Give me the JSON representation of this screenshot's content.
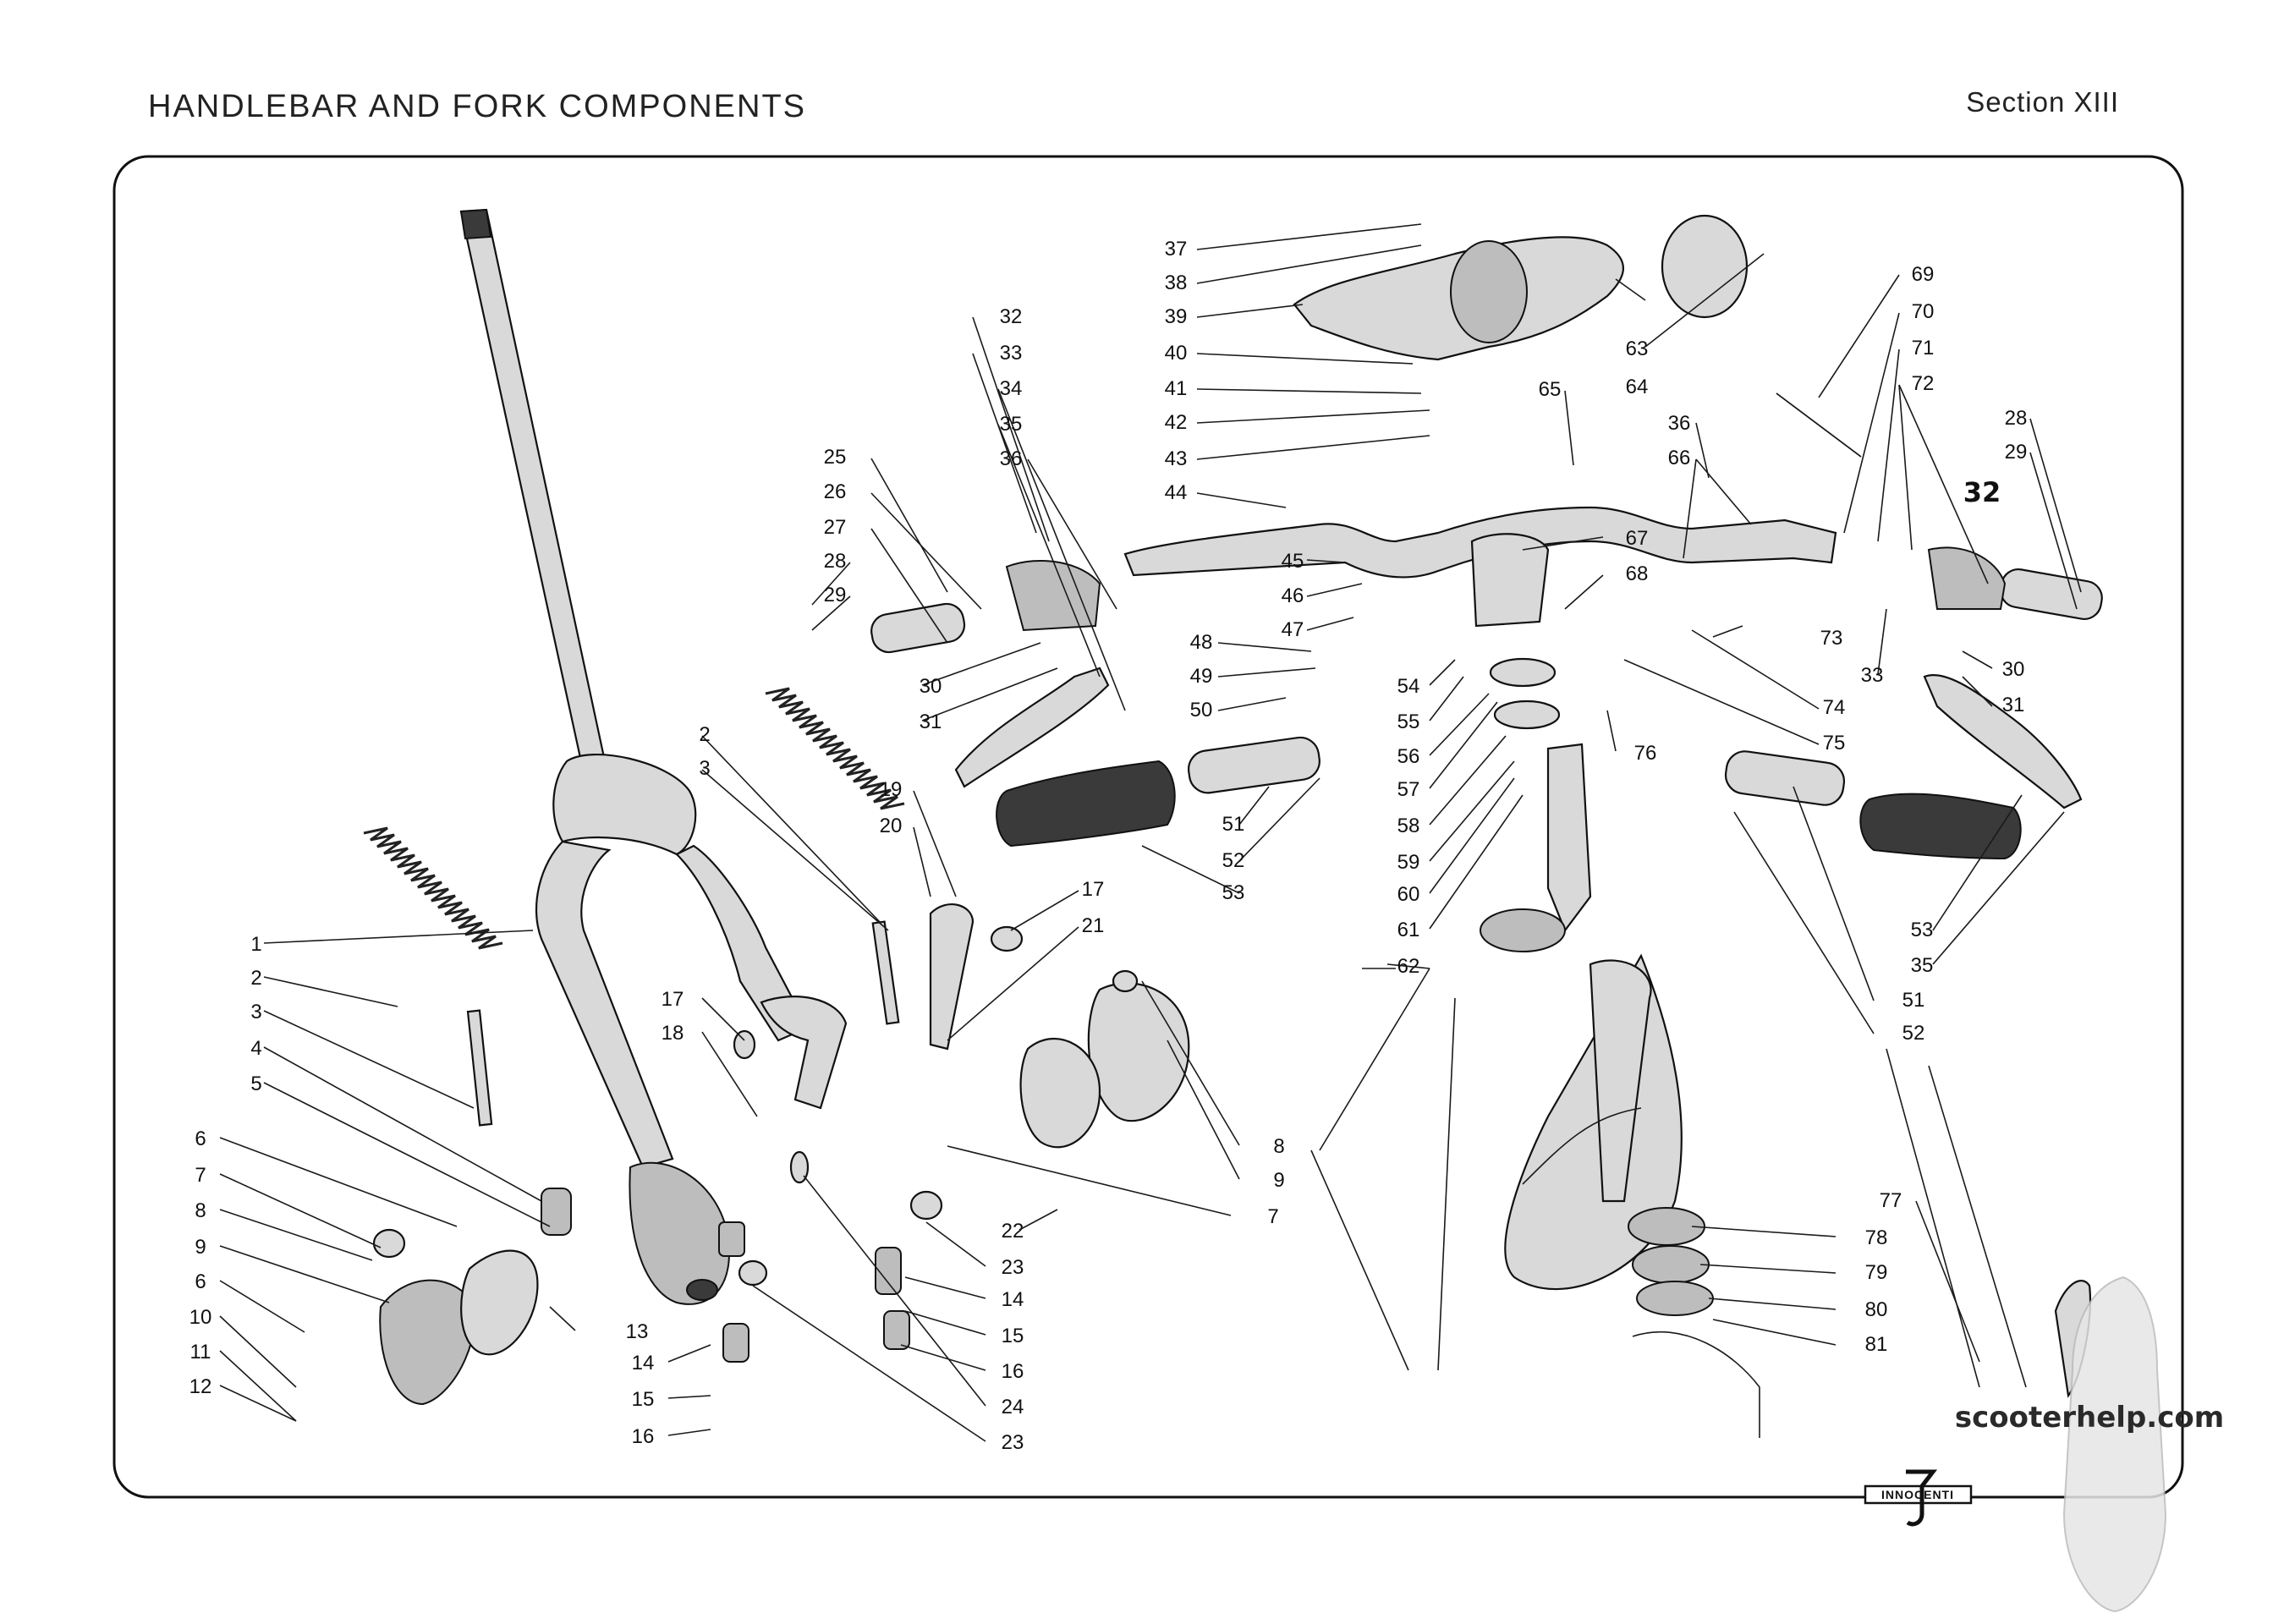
{
  "header": {
    "title": "HANDLEBAR AND FORK COMPONENTS",
    "section": "Section XIII"
  },
  "diagram": {
    "callouts": [
      "1",
      "2",
      "3",
      "4",
      "5",
      "6",
      "7",
      "8",
      "9",
      "6",
      "10",
      "11",
      "12",
      "13",
      "14",
      "15",
      "16",
      "17",
      "18",
      "2",
      "3",
      "19",
      "20",
      "17",
      "21",
      "8",
      "9",
      "7",
      "22",
      "23",
      "14",
      "15",
      "16",
      "24",
      "23",
      "25",
      "26",
      "27",
      "28",
      "29",
      "30",
      "31",
      "32",
      "33",
      "34",
      "35",
      "36",
      "37",
      "38",
      "39",
      "40",
      "41",
      "42",
      "43",
      "44",
      "45",
      "46",
      "47",
      "48",
      "49",
      "50",
      "51",
      "52",
      "53",
      "54",
      "55",
      "56",
      "57",
      "58",
      "59",
      "60",
      "61",
      "62",
      "63",
      "64",
      "65",
      "66",
      "67",
      "68",
      "69",
      "70",
      "71",
      "72",
      "36",
      "28",
      "29",
      "32",
      "73",
      "33",
      "30",
      "74",
      "31",
      "75",
      "76",
      "77",
      "78",
      "79",
      "80",
      "81",
      "53",
      "35",
      "51",
      "52"
    ]
  },
  "watermark": {
    "site": "scooterhelp.com"
  },
  "brand": {
    "logo_text": "INNOCENTI"
  }
}
